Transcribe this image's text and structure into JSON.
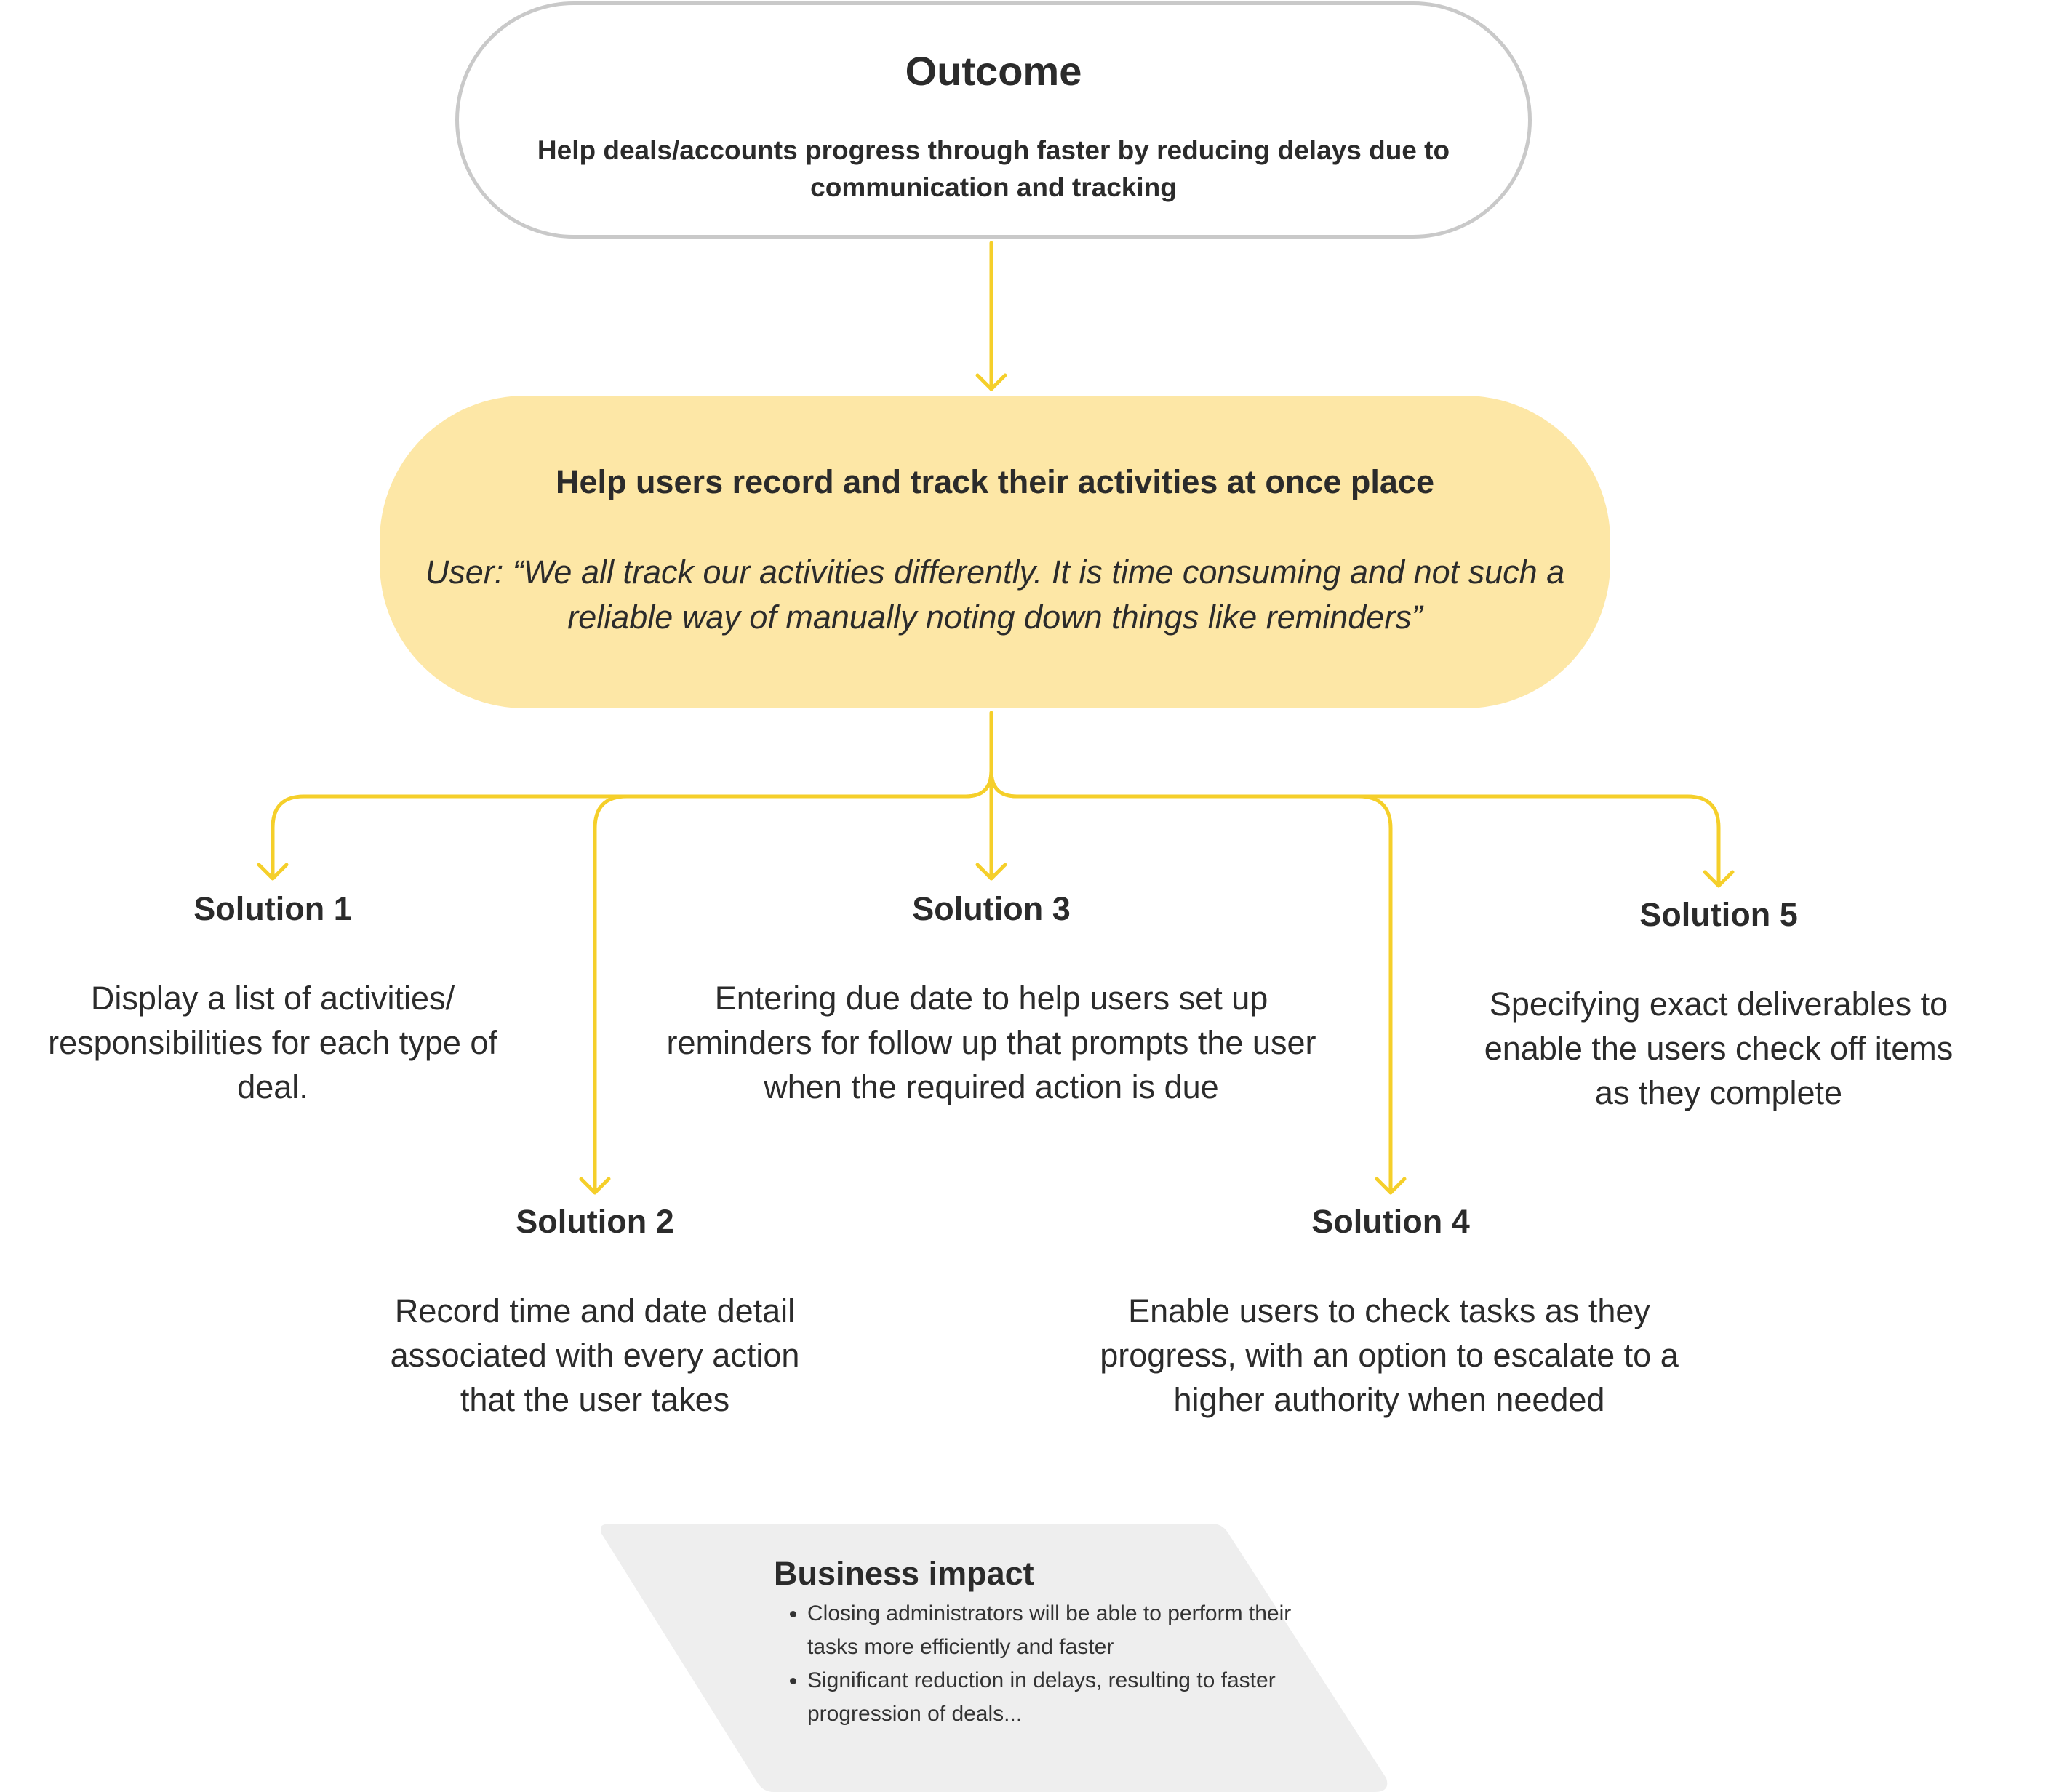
{
  "colors": {
    "connector": "#f5cf2a",
    "outcome_border": "#c9c9c9",
    "problem_fill": "#fde7a6",
    "impact_fill": "#eeeeee"
  },
  "outcome": {
    "title": "Outcome",
    "description": "Help deals/accounts progress through faster by reducing delays due to communication and tracking"
  },
  "problem": {
    "title": "Help users record and track their activities at once place",
    "quote": "User: “We all track our activities differently. It is time consuming and not such a reliable way of manually noting down things like reminders”"
  },
  "solutions": [
    {
      "title": "Solution 1",
      "description": "Display a list of activities/ responsibilities for each type of deal."
    },
    {
      "title": "Solution 2",
      "description": "Record time and date detail associated with every action that the user takes"
    },
    {
      "title": "Solution 3",
      "description": "Entering due date to help users set up reminders for follow up that prompts the user when the required action is due"
    },
    {
      "title": "Solution 4",
      "description": "Enable users to check tasks as they progress, with an option to escalate to a higher authority when needed"
    },
    {
      "title": "Solution 5",
      "description": "Specifying exact deliverables to enable the users check off items as they complete"
    }
  ],
  "business_impact": {
    "title": "Business impact",
    "items": [
      "Closing administrators will be able to perform their tasks more efficiently and faster",
      "Significant reduction in delays, resulting to faster progression of deals..."
    ]
  }
}
